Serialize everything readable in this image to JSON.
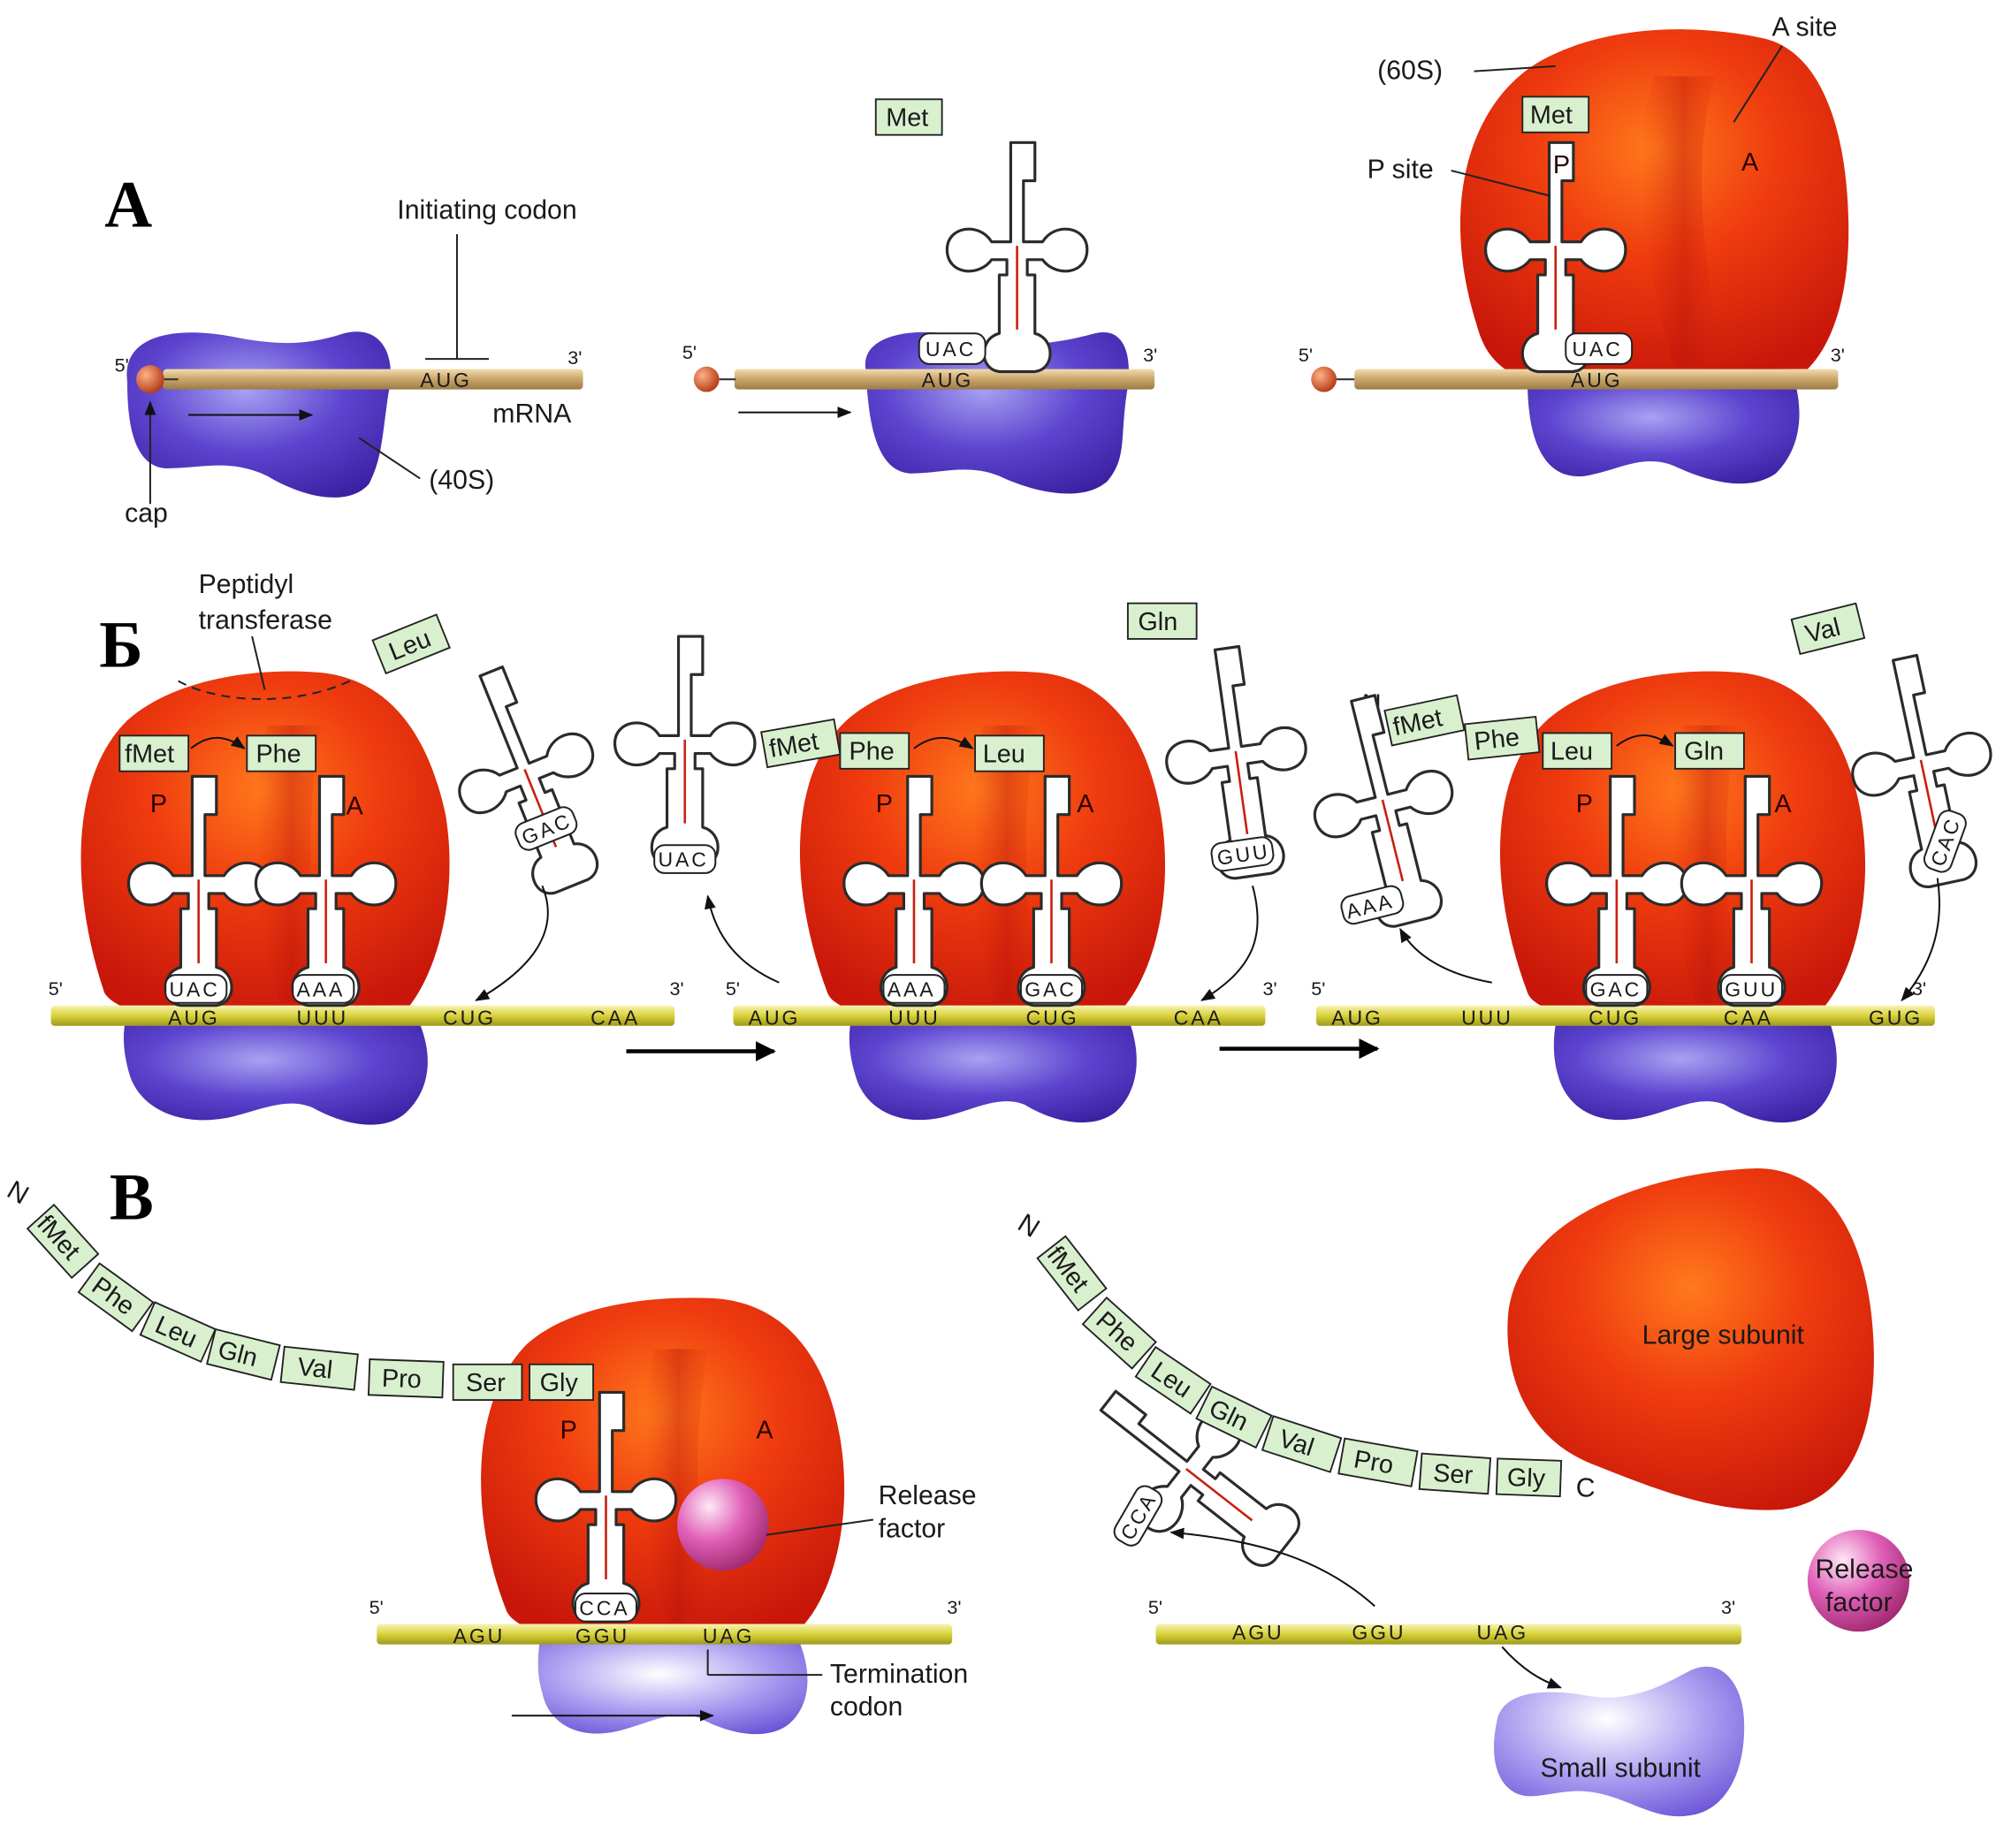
{
  "panels": {
    "a": "А",
    "b": "Б",
    "c": "В"
  },
  "labels": {
    "initiating_codon": "Initiating codon",
    "mrna": "mRNA",
    "s40": "(40S)",
    "cap": "cap",
    "s60": "(60S)",
    "a_site": "A site",
    "p_site": "P site",
    "p": "P",
    "a": "A",
    "peptidyl_1": "Peptidyl",
    "peptidyl_2": "transferase",
    "release_1": "Release",
    "release_2": "factor",
    "termination_1": "Termination",
    "termination_2": "codon",
    "large_subunit": "Large subunit",
    "small_subunit": "Small subunit",
    "n": "N",
    "c": "C",
    "five_prime": "5'",
    "three_prime": "3'"
  },
  "amino_acids": {
    "met": "Met",
    "fmet": "fMet",
    "phe": "Phe",
    "leu": "Leu",
    "gln": "Gln",
    "val": "Val",
    "pro": "Pro",
    "ser": "Ser",
    "gly": "Gly"
  },
  "codons": {
    "aug": "AUG",
    "uuu": "UUU",
    "cug": "CUG",
    "caa": "CAA",
    "gug": "GUG",
    "agu": "AGU",
    "ggu": "GGU",
    "uag": "UAG"
  },
  "anticodons": {
    "uac": "UAC",
    "aaa": "AAA",
    "gac": "GAC",
    "guu": "GUU",
    "cac": "CAC",
    "cca": "CCA"
  },
  "colors": {
    "large_subunit": "#e32a0c",
    "small_subunit": "#5a3fc4",
    "mrna_a": "#c9a56a",
    "mrna_bc": "#d9d23a",
    "amino_acid_box": "#d9f0cf",
    "release_factor": "#d0357c"
  }
}
